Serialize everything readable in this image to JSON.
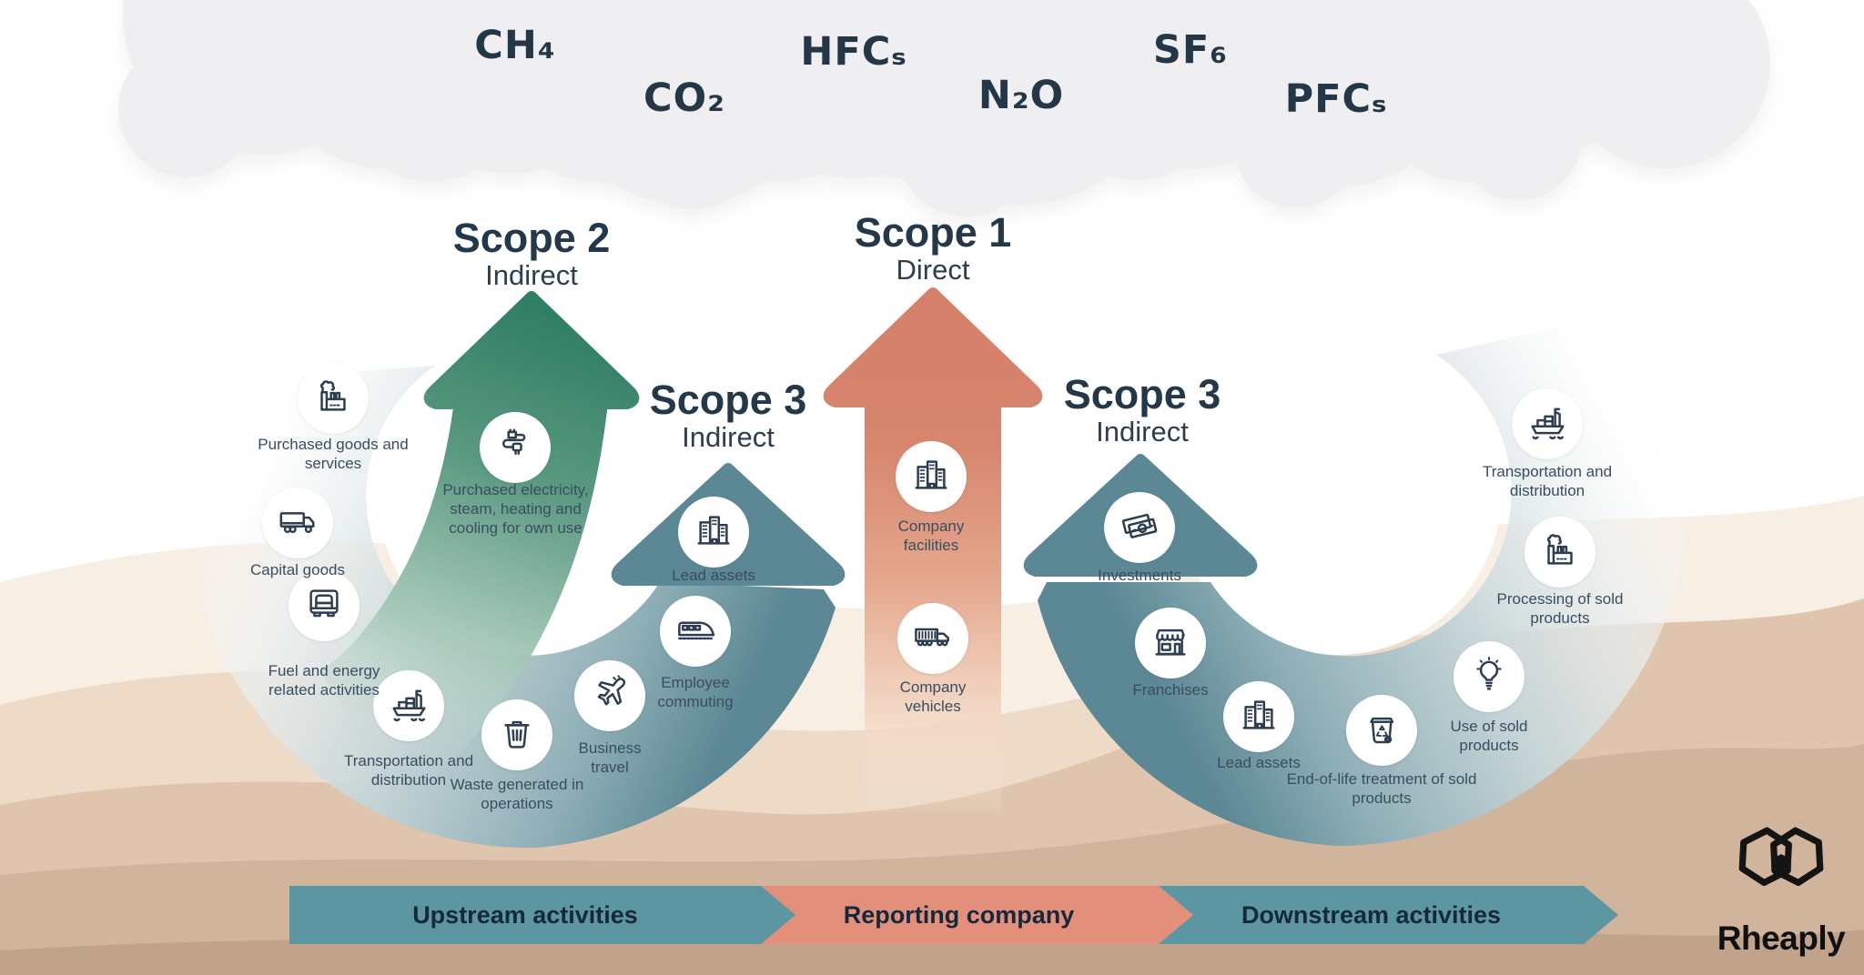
{
  "gases": {
    "ch4": "CH₄",
    "co2": "CO₂",
    "hfcs": "HFCₛ",
    "n2o": "N₂O",
    "sf6": "SF₆",
    "pfcs": "PFCₛ"
  },
  "scopes": {
    "scope2": {
      "title": "Scope 2",
      "subtitle": "Indirect"
    },
    "scope1": {
      "title": "Scope 1",
      "subtitle": "Direct"
    },
    "scope3_upstream": {
      "title": "Scope 3",
      "subtitle": "Indirect"
    },
    "scope3_downstream": {
      "title": "Scope 3",
      "subtitle": "Indirect"
    }
  },
  "items": {
    "purchased_goods": {
      "label": "Purchased goods and services",
      "icon": "factory-icon"
    },
    "capital_goods": {
      "label": "Capital goods",
      "icon": "box-truck-icon"
    },
    "fuel_energy": {
      "label": "Fuel and energy related activities",
      "icon": "truck-front-icon"
    },
    "transportation_upstream": {
      "label": "Transportation and distribution",
      "icon": "cargo-ship-icon"
    },
    "waste": {
      "label": "Waste generated in operations",
      "icon": "trash-bin-icon"
    },
    "business_travel": {
      "label": "Business travel",
      "icon": "airplane-icon"
    },
    "employee_commuting": {
      "label": "Employee commuting",
      "icon": "train-icon"
    },
    "lead_assets_upstream": {
      "label": "Lead assets",
      "icon": "buildings-icon"
    },
    "purchased_electricity": {
      "label": "Purchased electricity, steam, heating and cooling for own use",
      "icon": "plug-icon"
    },
    "company_facilities": {
      "label": "Company facilities",
      "icon": "buildings-icon"
    },
    "company_vehicles": {
      "label": "Company vehicles",
      "icon": "semi-truck-icon"
    },
    "investments": {
      "label": "Investments",
      "icon": "money-icon"
    },
    "franchises": {
      "label": "Franchises",
      "icon": "storefront-icon"
    },
    "lead_assets_downstream": {
      "label": "Lead assets",
      "icon": "buildings-icon"
    },
    "end_of_life": {
      "label": "End-of-life treatment of sold products",
      "icon": "recycle-bin-icon"
    },
    "use_of_sold": {
      "label": "Use of sold products",
      "icon": "bulb-icon"
    },
    "processing": {
      "label": "Processing of sold products",
      "icon": "factory-icon"
    },
    "transportation_downstream": {
      "label": "Transportation and distribution",
      "icon": "cargo-ship-icon"
    }
  },
  "legend": {
    "upstream": "Upstream activities",
    "reporting": "Reporting company",
    "downstream": "Downstream activities"
  },
  "brand": {
    "name": "Rheaply",
    "logo_icon": "rheaply-hex-heart-icon"
  },
  "colors": {
    "navy": "#243746",
    "green": "#2F7E63",
    "slate": "#5B8894",
    "salmon": "#D5806B",
    "bar_teal": "#5C96A0",
    "bar_salmon": "#E2907B",
    "cloud": "#EFEFF1"
  }
}
